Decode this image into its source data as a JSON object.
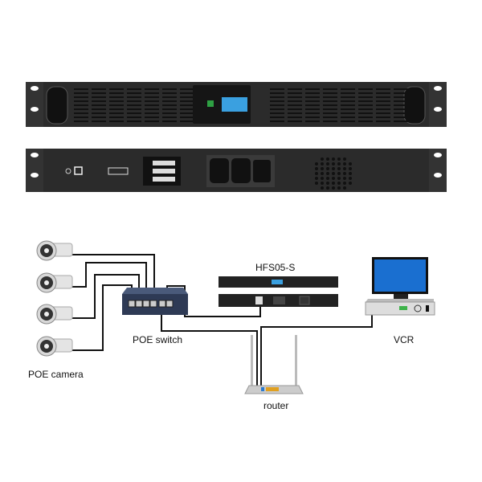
{
  "labels": {
    "ups_model": "HFS05-S",
    "poe_switch": "POE switch",
    "poe_camera": "POE camera",
    "router": "router",
    "vcr": "VCR"
  },
  "colors": {
    "chassis": "#2a2a2a",
    "lcd": "#3aa0e0",
    "power_button": "#2ea043",
    "wire": "#111111",
    "switch_body": "#3a4a6a",
    "router_port": "#e0a020",
    "dvr_terminal": "#3db34a"
  }
}
